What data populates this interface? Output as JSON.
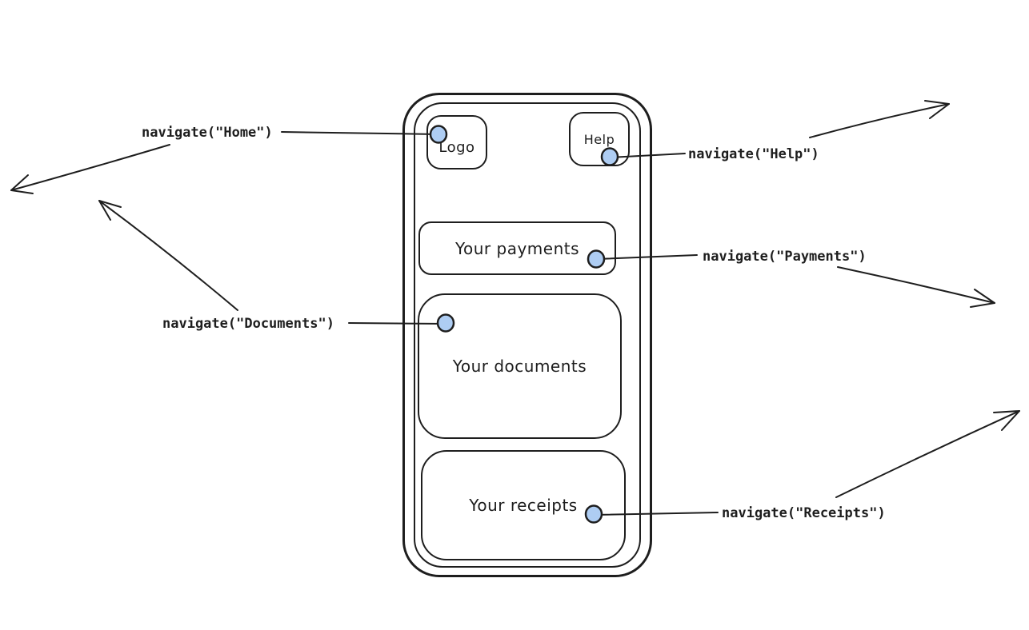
{
  "canvas": {
    "background_color": "#ffffff",
    "stroke_color": "#1e1e1e",
    "handle_fill_color": "#aecdf3"
  },
  "screens": [
    {
      "id": "logo",
      "label": "Logo"
    },
    {
      "id": "help",
      "label": "Help"
    },
    {
      "id": "payments",
      "label": "Your payments"
    },
    {
      "id": "documents",
      "label": "Your documents"
    },
    {
      "id": "receipts",
      "label": "Your receipts"
    }
  ],
  "annotations": [
    {
      "id": "home",
      "label": "navigate(\"Home\")"
    },
    {
      "id": "help",
      "label": "navigate(\"Help\")"
    },
    {
      "id": "payments",
      "label": "navigate(\"Payments\")"
    },
    {
      "id": "documents",
      "label": "navigate(\"Documents\")"
    },
    {
      "id": "receipts",
      "label": "navigate(\"Receipts\")"
    }
  ]
}
